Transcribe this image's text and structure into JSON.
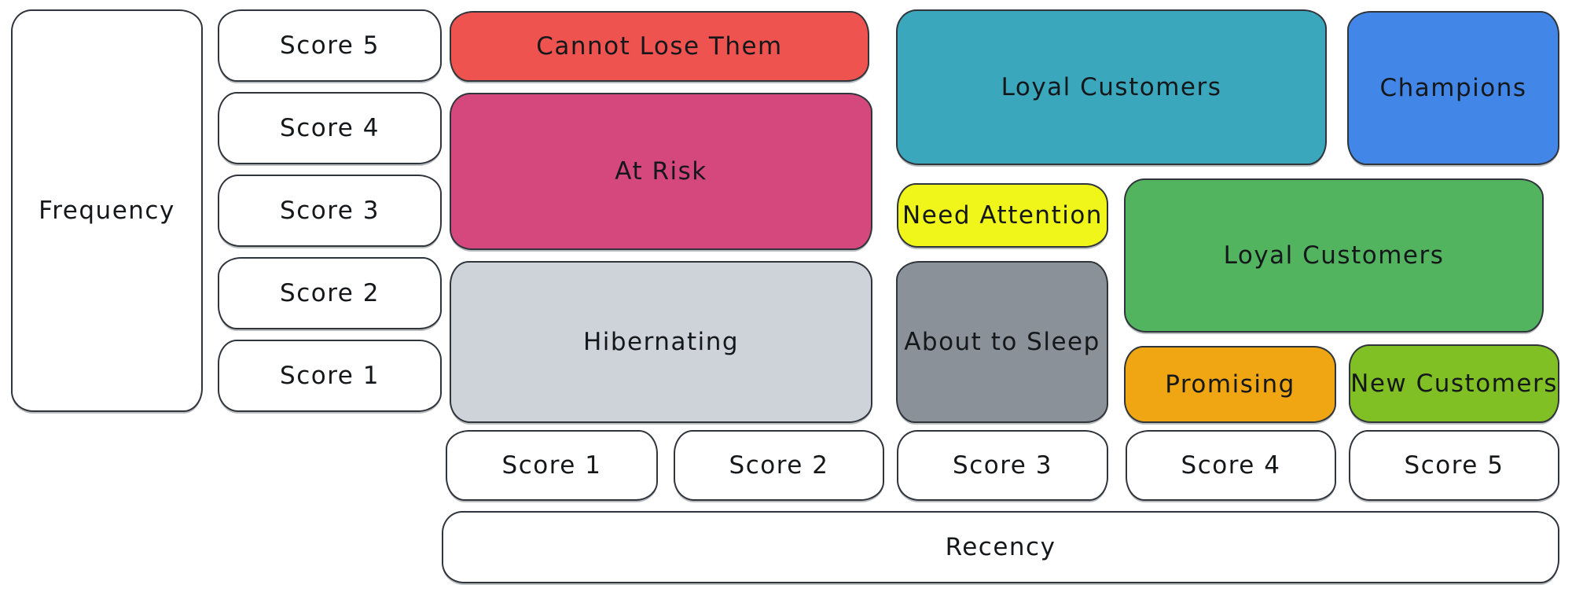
{
  "axes": {
    "frequency_label": "Frequency",
    "recency_label": "Recency",
    "frequency_scores": [
      "Score 5",
      "Score 4",
      "Score 3",
      "Score 2",
      "Score 1"
    ],
    "recency_scores": [
      "Score 1",
      "Score 2",
      "Score 3",
      "Score 4",
      "Score 5"
    ]
  },
  "segments": {
    "cannot_lose_them": {
      "label": "Cannot Lose Them",
      "color": "#ef5350"
    },
    "at_risk": {
      "label": "At Risk",
      "color": "#d4487e"
    },
    "hibernating": {
      "label": "Hibernating",
      "color": "#ced3d9"
    },
    "loyal_customers_top": {
      "label": "Loyal Customers",
      "color": "#3aa7bd"
    },
    "champions": {
      "label": "Champions",
      "color": "#4287e8"
    },
    "need_attention": {
      "label": "Need Attention",
      "color": "#f0f619"
    },
    "loyal_customers_right": {
      "label": "Loyal Customers",
      "color": "#52b45f"
    },
    "about_to_sleep": {
      "label": "About to Sleep",
      "color": "#8a9199"
    },
    "promising": {
      "label": "Promising",
      "color": "#f0a513"
    },
    "new_customers": {
      "label": "New Customers",
      "color": "#80c025"
    }
  },
  "styles": {
    "stroke_color": "#2f353b",
    "text_color": "#15181b",
    "score_box_background": "#ffffff"
  }
}
